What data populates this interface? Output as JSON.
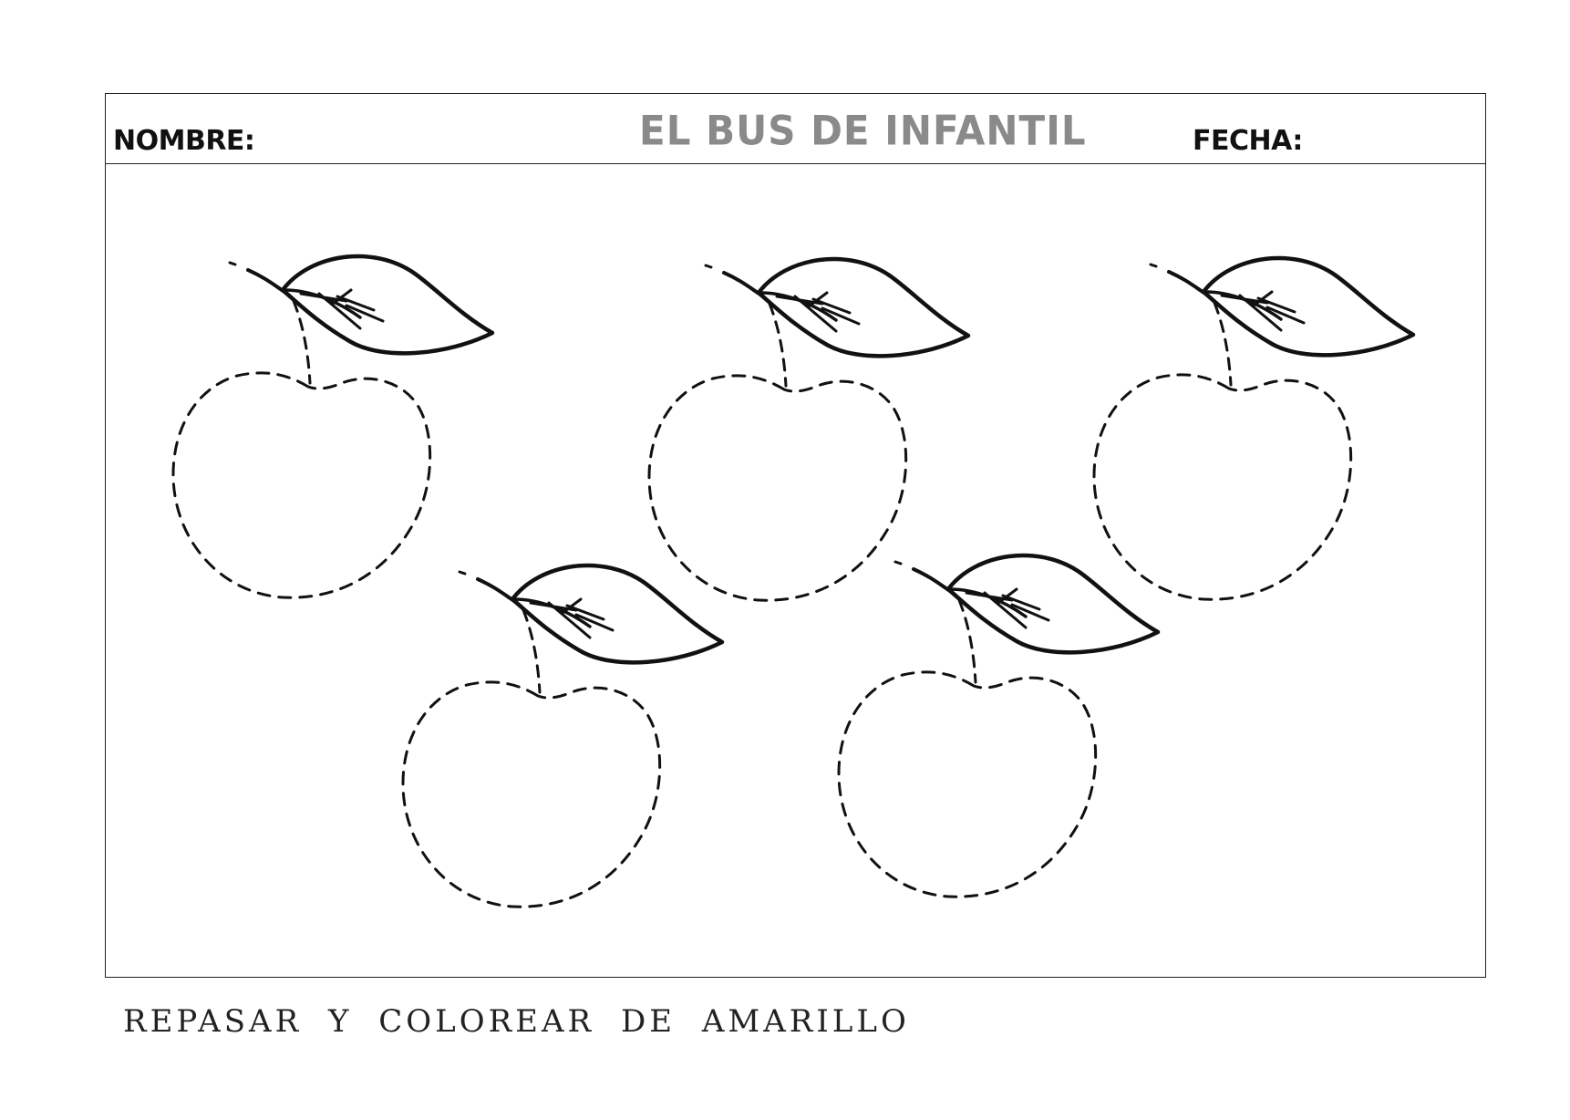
{
  "header": {
    "nombre_label": "NOMBRE:",
    "site_title": "EL BUS DE INFANTIL",
    "fecha_label": "FECHA:"
  },
  "instruction": "REPASAR Y COLOREAR DE AMARILLO",
  "illustration": {
    "subject": "apple",
    "count": 5
  },
  "colors": {
    "ink": "#111111",
    "title": "#8a8a8a",
    "frame": "#222222"
  }
}
